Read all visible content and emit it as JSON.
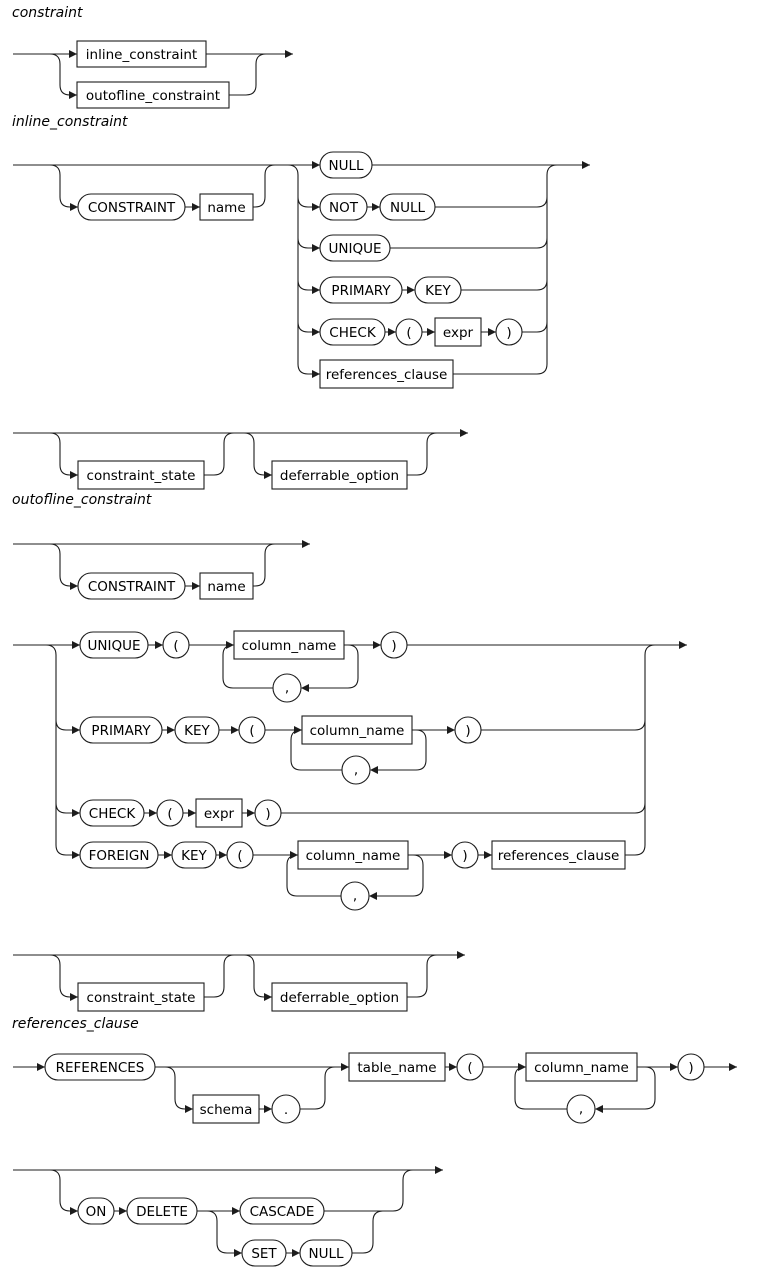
{
  "page": {
    "background": "#ffffff",
    "line_color": "#1c1c1c",
    "text_color": "#000000"
  },
  "diagrams": {
    "constraint": {
      "title": "constraint",
      "inline_ref": "inline_constraint",
      "outofline_ref": "outofline_constraint"
    },
    "inline_constraint": {
      "title": "inline_constraint",
      "kw_constraint": "CONSTRAINT",
      "name": "name",
      "kw_null": "NULL",
      "kw_not": "NOT",
      "kw_unique": "UNIQUE",
      "kw_primary": "PRIMARY",
      "kw_key": "KEY",
      "kw_check": "CHECK",
      "lparen": "(",
      "expr": "expr",
      "rparen": ")",
      "references_ref": "references_clause"
    },
    "inline_state": {
      "constraint_state_ref": "constraint_state",
      "deferrable_option_ref": "deferrable_option"
    },
    "outofline_constraint": {
      "title": "outofline_constraint",
      "kw_constraint": "CONSTRAINT",
      "name": "name",
      "kw_unique": "UNIQUE",
      "kw_primary": "PRIMARY",
      "kw_key": "KEY",
      "kw_check": "CHECK",
      "kw_foreign": "FOREIGN",
      "expr": "expr",
      "column_name": "column_name",
      "comma": ",",
      "lparen": "(",
      "rparen": ")",
      "references_ref": "references_clause"
    },
    "outofline_state": {
      "constraint_state_ref": "constraint_state",
      "deferrable_option_ref": "deferrable_option"
    },
    "references_clause": {
      "title": "references_clause",
      "kw_references": "REFERENCES",
      "schema": "schema",
      "dot": ".",
      "table_name": "table_name",
      "column_name": "column_name",
      "comma": ",",
      "lparen": "(",
      "rparen": ")",
      "kw_on": "ON",
      "kw_delete": "DELETE",
      "kw_cascade": "CASCADE",
      "kw_set": "SET",
      "kw_null": "NULL"
    }
  }
}
